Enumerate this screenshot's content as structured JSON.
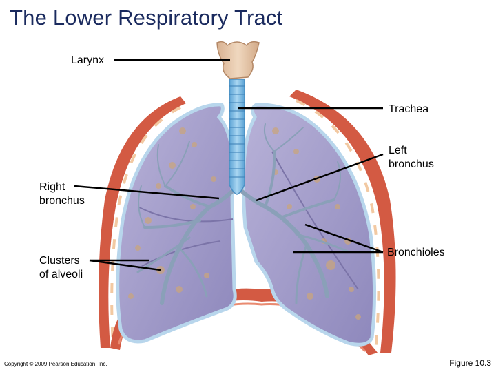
{
  "title": "The Lower Respiratory Tract",
  "labels": {
    "larynx": "Larynx",
    "trachea": "Trachea",
    "left_bronchus": "Left\nbronchus",
    "right_bronchus": "Right\nbronchus",
    "bronchioles": "Bronchioles",
    "alveoli": "Clusters\nof alveoli"
  },
  "copyright": "Copyright © 2009 Pearson Education, Inc.",
  "figure": "Figure 10.3",
  "colors": {
    "title": "#1a2a5e",
    "lung": "#9c96c4",
    "trachea": "#7ab7df",
    "muscle": "#d35a43",
    "bronchi": "#8aa0b8",
    "alveoli": "#c9a57e"
  }
}
